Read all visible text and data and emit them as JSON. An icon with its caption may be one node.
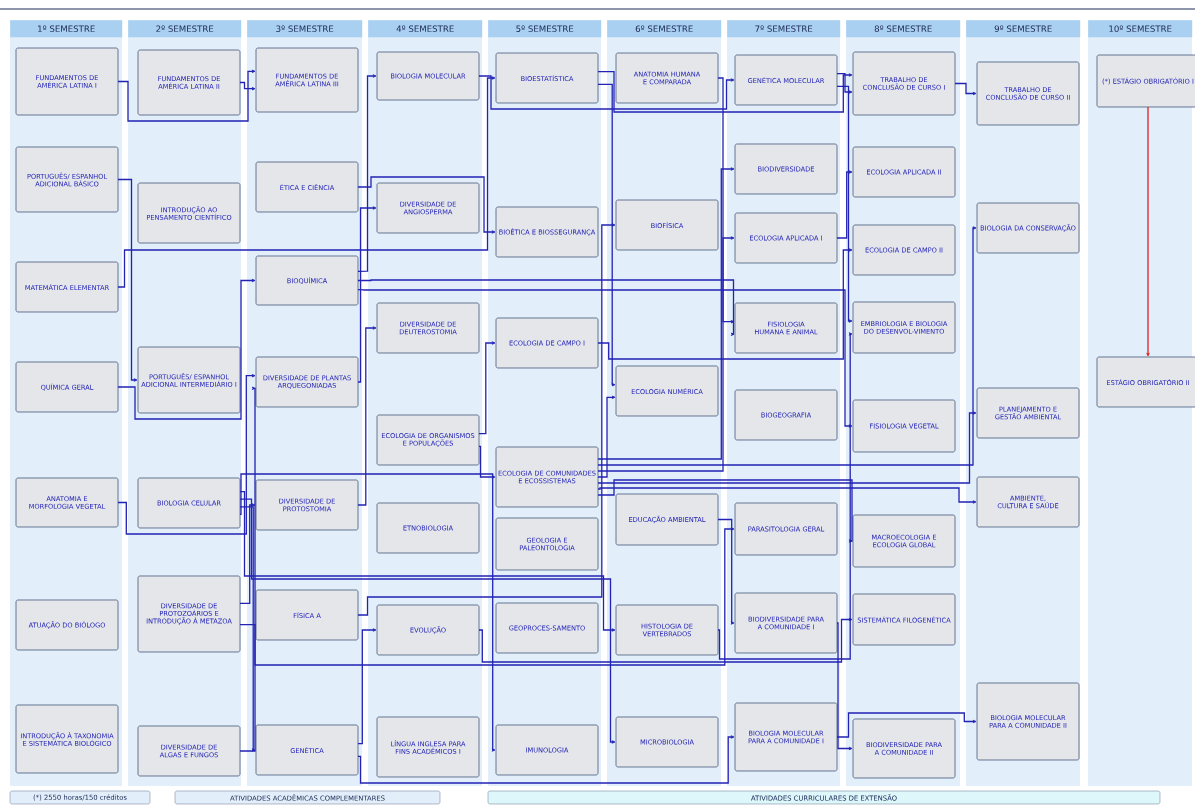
{
  "diagram": {
    "nodes": [
      {
        "text": [
          "1º SEMESTRE"
        ]
      },
      {
        "text": [
          "FUNDAMENTOS DE AMÉRICA LATINA I"
        ],
        "in": 0
      },
      {
        "text": [
          "PORTUGUÊS/ ESPANHOL ADICIONAL BÁSICO"
        ],
        "in": 0
      },
      {
        "text": [
          "MATEMÁTICA ELEMENTAR"
        ],
        "in": 0
      },
      {
        "text": [
          "QUÍMICA GERAL"
        ],
        "in": 0
      },
      {
        "text": [
          "ANATOMIA E MORFOLOGIA VEGETAL"
        ],
        "in": 0
      },
      {
        "text": [
          "ATUAÇÃO DO BIÓLOGO"
        ],
        "in": 0
      },
      {
        "text": [
          "INTRODUÇÃO À TAXONOMIA E SISTEMÁTICA BIOLÓGICO"
        ],
        "in": 0
      },
      {
        "text": [
          "2º SEMESTRE"
        ]
      },
      {
        "text": [
          "FUNDAMENTOS DE AMÉRICA LATINA II"
        ],
        "in": 8
      },
      {
        "text": [
          "INTRODUÇÃO AO PENSAMENTO CIENTÍFICO"
        ],
        "in": 8
      },
      {
        "text": [
          "PORTUGUÊS/ ESPANHOL ADICIONAL INTERMEDIÁRIO I"
        ],
        "in": 8
      },
      {
        "text": [
          "BIOLOGIA CELULAR"
        ],
        "in": 8
      },
      {
        "text": [
          "DIVERSIDADE DE PROTOZOÁRIOS E INTRODUÇÃO À METAZOA"
        ],
        "in": 8
      },
      {
        "text": [
          "DIVERSIDADE DE ALGAS E FUNGOS"
        ],
        "in": 8
      },
      {
        "text": [
          "3º SEMESTRE"
        ]
      },
      {
        "text": [
          "FUNDAMENTOS DE AMÉRICA LATINA III"
        ],
        "in": 15
      },
      {
        "text": [
          "ÉTICA E CIÊNCIA"
        ],
        "in": 15
      },
      {
        "text": [
          "BIOQUÍMICA"
        ],
        "in": 15
      },
      {
        "text": [
          "DIVERSIDADE DE PLANTAS ARQUEGONIADAS"
        ],
        "in": 15
      },
      {
        "text": [
          "DIVERSIDADE DE PROTOSTOMIA"
        ],
        "in": 15
      },
      {
        "text": [
          "FÍSICA A"
        ],
        "in": 15
      },
      {
        "text": [
          "GENÉTICA"
        ],
        "in": 15
      },
      {
        "text": [
          "4º SEMESTRE"
        ]
      },
      {
        "text": [
          "BIOLOGIA MOLECULAR"
        ],
        "in": 23
      },
      {
        "text": [
          "DIVERSIDADE DE ANGIOSPERMA"
        ],
        "in": 23
      },
      {
        "text": [
          "DIVERSIDADE DE DEUTEROSTOMIA"
        ],
        "in": 23
      },
      {
        "text": [
          "ECOLOGIA DE ORGANISMOS E POPULAÇÕES"
        ],
        "in": 23
      },
      {
        "text": [
          "ETNOBIOLOGIA"
        ],
        "in": 23
      },
      {
        "text": [
          "EVOLUÇÃO"
        ],
        "in": 23
      },
      {
        "text": [
          "LÍNGUA INGLESA PARA FINS ACADÊMICOS I"
        ],
        "in": 23
      },
      {
        "text": [
          "5º SEMESTRE"
        ]
      },
      {
        "text": [
          "BIOESTATÍSTICA"
        ],
        "in": 31
      },
      {
        "text": [
          "BIOÉTICA E BIOSSEGURANÇA"
        ],
        "in": 31
      },
      {
        "text": [
          "ECOLOGIA DE CAMPO I"
        ],
        "in": 31
      },
      {
        "text": [
          "ECOLOGIA DE COMUNIDADES E ECOSSISTEMAS"
        ],
        "in": 31
      },
      {
        "text": [
          "GEOLOGIA E PALEONTOLOGIA"
        ],
        "in": 31
      },
      {
        "text": [
          "GEOPROCES-SAMENTO"
        ],
        "in": 31
      },
      {
        "text": [
          "IMUNOLOGIA"
        ],
        "in": 31
      },
      {
        "text": [
          "6º SEMESTRE"
        ]
      },
      {
        "text": [
          "ANATOMIA HUMANA E COMPARADA"
        ],
        "in": 39
      },
      {
        "text": [
          "BIOFÍSICA"
        ],
        "in": 39
      },
      {
        "text": [
          "ECOLOGIA NUMÉRICA"
        ],
        "in": 39
      },
      {
        "text": [
          "EDUCAÇÃO AMBIENTAL"
        ],
        "in": 39
      },
      {
        "text": [
          "HISTOLOGIA DE VERTEBRADOS"
        ],
        "in": 39
      },
      {
        "text": [
          "MICROBIOLOGIA"
        ],
        "in": 39
      },
      {
        "text": [
          "7º SEMESTRE"
        ]
      },
      {
        "text": [
          "GENÉTICA MOLECULAR"
        ],
        "in": 46
      },
      {
        "text": [
          "BIODIVERSIDADE"
        ],
        "in": 46
      },
      {
        "text": [
          "ECOLOGIA APLICADA I"
        ],
        "in": 46
      },
      {
        "text": [
          "FISIOLOGIA HUMANA E ANIMAL"
        ],
        "in": 46
      },
      {
        "text": [
          "BIOGEOGRAFIA"
        ],
        "in": 46
      },
      {
        "text": [
          "PARASITOLOGIA GERAL"
        ],
        "in": 46
      },
      {
        "text": [
          "BIODIVERSIDADE PARA A COMUNIDADE I"
        ],
        "in": 46
      },
      {
        "text": [
          "BIOLOGIA MOLECULAR PARA A COMUNIDADE I"
        ],
        "in": 46
      },
      {
        "text": [
          "8º SEMESTRE"
        ]
      },
      {
        "text": [
          "TRABALHO DE CONCLUSÃO DE CURSO I"
        ],
        "in": 55
      },
      {
        "text": [
          "ECOLOGIA APLICADA II"
        ],
        "in": 55
      },
      {
        "text": [
          "ECOLOGIA DE CAMPO II"
        ],
        "in": 55
      },
      {
        "text": [
          "EMBRIOLOGIA E BIOLOGIA DO DESENVOL-VIMENTO"
        ],
        "in": 55
      },
      {
        "text": [
          "FISIOLOGIA VEGETAL"
        ],
        "in": 55
      },
      {
        "text": [
          "MACROECOLOGIA E ECOLOGIA GLOBAL"
        ],
        "in": 55
      },
      {
        "text": [
          "SISTEMÁTICA FILOGENÉTICA"
        ],
        "in": 55
      },
      {
        "text": [
          "BIODIVERSIDADE PARA A COMUNIDADE II"
        ],
        "in": 55
      },
      {
        "text": [
          "9º SEMESTRE"
        ]
      },
      {
        "text": [
          "TRABALHO DE CONCLUSÃO DE CURSO II"
        ],
        "in": 64
      },
      {
        "text": [
          "BIOLOGIA DA CONSERVAÇÃO"
        ],
        "in": 64
      },
      {
        "text": [
          "PLANEJAMENTO E GESTÃO AMBIENTAL"
        ],
        "in": 64
      },
      {
        "text": [
          "AMBIENTE, CULTURA E SAÚDE"
        ],
        "in": 64
      },
      {
        "text": [
          "BIOLOGIA MOLECULAR PARA A COMUNIDADE II"
        ],
        "in": 64
      },
      {
        "text": [
          "10º SEMESTRE"
        ]
      },
      {
        "text": [
          "(*) ESTÁGIO OBRIGATÓRIO I"
        ],
        "in": 70
      },
      {
        "text": [
          "ESTÁGIO OBRIGATÓRIO II"
        ],
        "in": 70
      },
      {
        "text": [
          "(*) 2550 horas/150 créditos"
        ]
      },
      {
        "text": [
          "ATIVIDADES ACADÊMICAS COMPLEMENTARES"
        ]
      },
      {
        "text": [
          "ATIVIDADES CURRICULARES DE EXTENSÃO"
        ]
      }
    ],
    "edges": [
      {
        "from": 1,
        "to": 16,
        "arrow": "to"
      },
      {
        "from": 9,
        "to": 16,
        "arrow": "to"
      },
      {
        "from": 18,
        "to": 24,
        "arrow": "to"
      },
      {
        "from": 3,
        "to": 32,
        "arrow": "to"
      },
      {
        "from": 17,
        "to": 33,
        "arrow": "to"
      },
      {
        "from": 2,
        "to": 11,
        "arrow": "to"
      },
      {
        "from": 4,
        "to": 18,
        "arrow": "to"
      },
      {
        "from": 24,
        "to": 47,
        "arrow": "to"
      },
      {
        "from": 47,
        "to": 56,
        "arrow": "to"
      },
      {
        "from": 56,
        "to": 65,
        "arrow": "to"
      },
      {
        "from": 71,
        "to": 72,
        "arrow": "to",
        "color": "#e02020"
      },
      {
        "from": 47,
        "to": 59,
        "arrow": "to"
      },
      {
        "from": 40,
        "to": 50,
        "arrow": "to"
      },
      {
        "from": 19,
        "to": 25,
        "arrow": "to"
      },
      {
        "from": 14,
        "to": 19,
        "arrow": "to"
      },
      {
        "from": 13,
        "to": 20,
        "arrow": "to"
      },
      {
        "from": 20,
        "to": 26,
        "arrow": "to"
      },
      {
        "from": 12,
        "to": 22,
        "arrow": "to"
      },
      {
        "from": 22,
        "to": 29,
        "arrow": "to"
      },
      {
        "from": 27,
        "to": 35,
        "arrow": "to"
      },
      {
        "from": 27,
        "to": 34,
        "arrow": "to"
      },
      {
        "from": 35,
        "to": 42,
        "arrow": "to"
      },
      {
        "from": 35,
        "to": 67,
        "arrow": "to"
      },
      {
        "from": 35,
        "to": 68,
        "arrow": "to"
      },
      {
        "from": 35,
        "to": 61,
        "arrow": "to"
      },
      {
        "from": 35,
        "to": 66,
        "arrow": "to"
      },
      {
        "from": 34,
        "to": 58,
        "arrow": "to"
      },
      {
        "from": 49,
        "to": 57,
        "arrow": "to"
      },
      {
        "from": 21,
        "to": 41,
        "arrow": "to"
      },
      {
        "from": 32,
        "to": 42,
        "arrow": "to"
      },
      {
        "from": 12,
        "to": 44,
        "arrow": "to"
      },
      {
        "from": 44,
        "to": 59,
        "arrow": "to"
      },
      {
        "from": 18,
        "to": 60,
        "arrow": "to"
      },
      {
        "from": 18,
        "to": 50,
        "arrow": "to"
      },
      {
        "from": 12,
        "to": 45,
        "arrow": "to"
      },
      {
        "from": 29,
        "to": 62,
        "arrow": "to"
      },
      {
        "from": 12,
        "to": 38,
        "arrow": "to"
      },
      {
        "from": 13,
        "to": 52,
        "arrow": "to"
      },
      {
        "from": 54,
        "to": 69,
        "arrow": "to"
      },
      {
        "from": 53,
        "to": 63,
        "arrow": "to"
      },
      {
        "from": 22,
        "to": 54,
        "arrow": "to"
      },
      {
        "from": 35,
        "to": 48,
        "arrow": "to"
      },
      {
        "from": 43,
        "to": 53,
        "arrow": "to"
      },
      {
        "from": 32,
        "to": 56,
        "arrow": "to"
      },
      {
        "from": 35,
        "to": 49,
        "arrow": "to"
      },
      {
        "from": 5,
        "to": 19,
        "arrow": "to"
      }
    ]
  }
}
